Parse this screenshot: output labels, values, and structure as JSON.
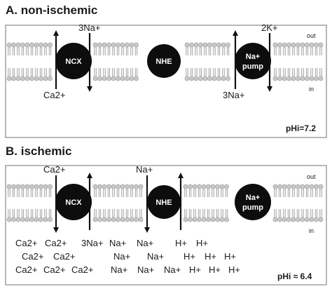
{
  "panel_a": {
    "title": "A. non-ischemic",
    "side_out": "out",
    "side_in": "in",
    "ncx_label": "NCX",
    "nhe_label": "NHE",
    "pump_line1": "Na+",
    "pump_line2": "pump",
    "ncx_top_ion": "3Na+",
    "ncx_bottom_ion": "Ca2+",
    "pump_top_ion": "2K+",
    "pump_bottom_ion": "3Na+",
    "ph_label": "pHi=7.2"
  },
  "panel_b": {
    "title": "B. ischemic",
    "side_out": "out",
    "side_in": "in",
    "ncx_label": "NCX",
    "nhe_label": "NHE",
    "pump_line1": "Na+",
    "pump_line2": "pump",
    "ncx_top_ion": "Ca2+",
    "nhe_top_ion": "Na+",
    "ph_label": "pHi ≈ 6.4",
    "inside_ions": {
      "row1": [
        "Ca2+",
        "Ca2+",
        "3Na+",
        "Na+",
        "Na+",
        "H+",
        "H+"
      ],
      "row2": [
        "Ca2+",
        "Ca2+",
        "Na+",
        "Na+",
        "H+",
        "H+",
        "H+"
      ],
      "row3": [
        "Ca2+",
        "Ca2+",
        "Ca2+",
        "Na+",
        "Na+",
        "Na+",
        "H+",
        "H+",
        "H+"
      ]
    }
  }
}
